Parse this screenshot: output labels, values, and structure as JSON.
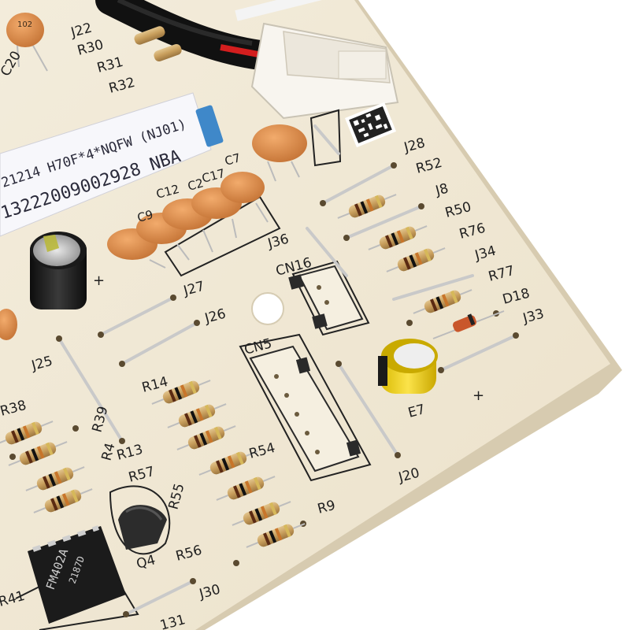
{
  "colors": {
    "background": "#ffffff",
    "pcb": "#f0e8d6",
    "pcb_edge": "#d9cdb0",
    "silkscreen": "#1f1f1f",
    "ceramic_cap": "#d98a4e",
    "electrolytic_black": "#1c1c1c",
    "electrolytic_yellow": "#f1d21a",
    "resistor_body": "#c8a46a",
    "connector_white": "#f7f4ee",
    "wire_red": "#d41e1e",
    "cable_black": "#111111",
    "sticker": "#f6f6fa"
  },
  "sticker": {
    "line1": "21214 H70F*4*NQFW (NJ01)",
    "line2": "13222009002928  NBA"
  },
  "cap_markings": {
    "ceramic": "102",
    "ic_line1": "FM402A",
    "ic_line2": "2187D"
  },
  "silkscreen_labels": {
    "J22": "J22",
    "R30": "R30",
    "R31": "R31",
    "R32": "R32",
    "C20": "C20",
    "J28": "J28",
    "R52": "R52",
    "J8": "J8",
    "R50": "R50",
    "R76": "R76",
    "J34": "J34",
    "R77": "R77",
    "D18": "D18",
    "J33": "J33",
    "J36": "J36",
    "CN16": "CN16",
    "J27": "J27",
    "J26": "J26",
    "J25": "J25",
    "CN5": "CN5",
    "R14": "R14",
    "R38": "R38",
    "R39": "R39",
    "R4": "R4",
    "R13": "R13",
    "R57": "R57",
    "R55": "R55",
    "R54": "R54",
    "R9": "R9",
    "J20": "J20",
    "E7": "E7",
    "Q4": "Q4",
    "R56": "R56",
    "J30": "J30",
    "R41": "R41",
    "R131": "131",
    "C9": "C9",
    "C12": "C12",
    "C2": "C2",
    "C17": "C17",
    "C7": "C7",
    "plus1": "+",
    "plus2": "+"
  }
}
